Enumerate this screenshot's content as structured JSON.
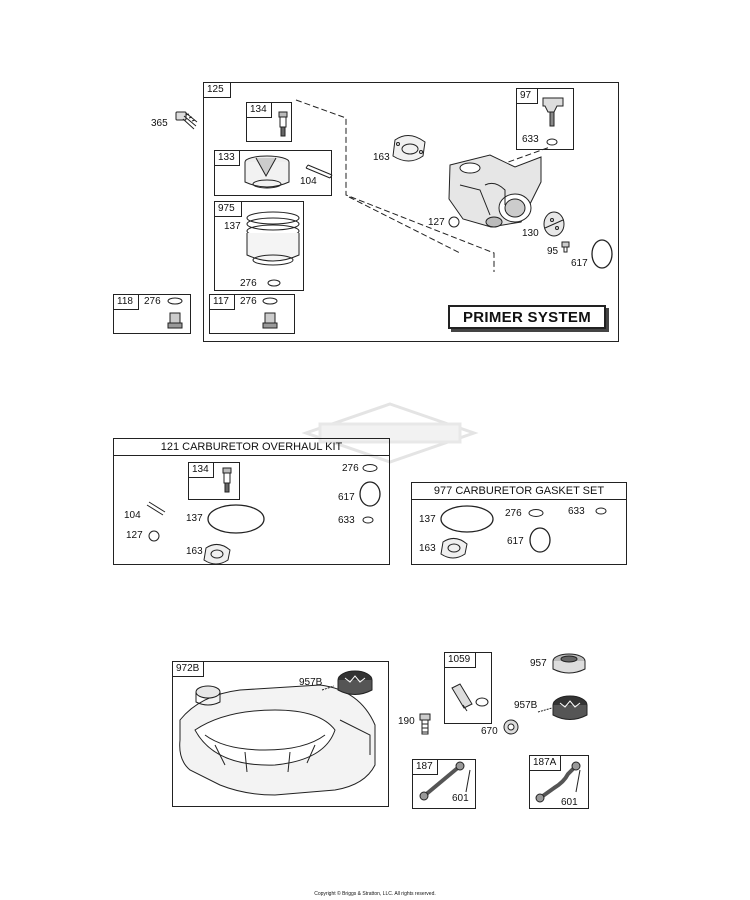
{
  "primer_group": {
    "main_box": "125",
    "sub_134": "134",
    "sub_133": "133",
    "sub_975": "975",
    "sub_118": "118",
    "sub_117": "117",
    "sub_97": "97",
    "primer_label": "PRIMER SYSTEM",
    "callouts": {
      "c365": "365",
      "c163": "163",
      "c104": "104",
      "c137": "137",
      "c276a": "276",
      "c276b": "276",
      "c276c": "276",
      "c127": "127",
      "c130": "130",
      "c95": "95",
      "c617": "617",
      "c633": "633"
    }
  },
  "overhaul_kit": {
    "title": "121 CARBURETOR OVERHAUL KIT",
    "sub_134": "134",
    "callouts": {
      "c276": "276",
      "c617": "617",
      "c633": "633",
      "c104": "104",
      "c137": "137",
      "c127": "127",
      "c163": "163"
    }
  },
  "gasket_set": {
    "title": "977 CARBURETOR GASKET SET",
    "callouts": {
      "c137": "137",
      "c276": "276",
      "c633": "633",
      "c617": "617",
      "c163": "163"
    }
  },
  "tank_group": {
    "box_972b": "972B",
    "box_1059": "1059",
    "box_187": "187",
    "box_187a": "187A",
    "callouts": {
      "c957b_a": "957B",
      "c957": "957",
      "c957b_b": "957B",
      "c190": "190",
      "c670": "670",
      "c601_a": "601",
      "c601_b": "601"
    }
  },
  "copyright": "Copyright © Briggs & Stratton, LLC. All rights reserved."
}
